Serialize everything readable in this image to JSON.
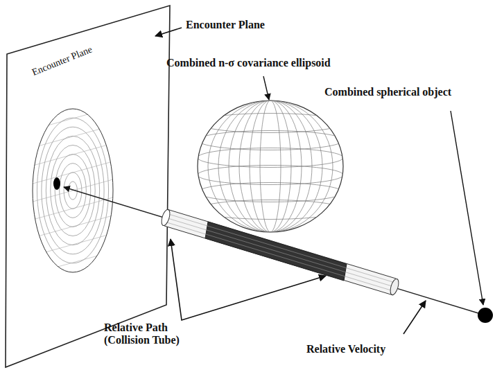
{
  "diagram": {
    "labels": [
      "Encounter Plane",
      "Encounter Plane",
      "Combined n-σ covariance ellipsoid",
      "Combined spherical object",
      "Relative Path (Collision Tube)",
      "Relative Velocity"
    ]
  }
}
